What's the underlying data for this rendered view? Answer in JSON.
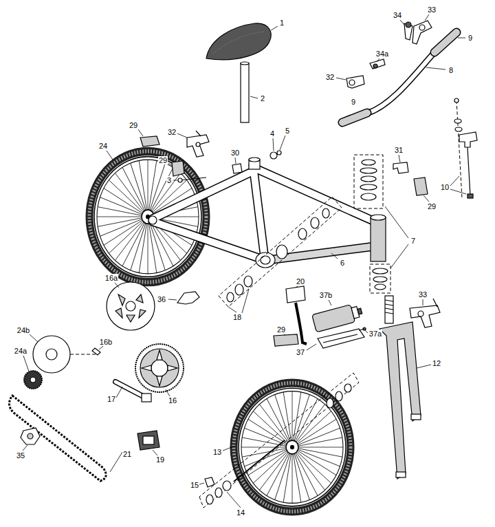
{
  "diagram": {
    "labels": [
      "1",
      "34",
      "33",
      "9",
      "8",
      "34a",
      "32",
      "2",
      "9",
      "29",
      "32",
      "4",
      "5",
      "24",
      "29",
      "30",
      "3",
      "31",
      "10",
      "29",
      "7",
      "6",
      "16a",
      "36",
      "18",
      "20",
      "37b",
      "33",
      "24b",
      "16b",
      "24a",
      "37a",
      "37",
      "29",
      "12",
      "17",
      "16",
      "13",
      "35",
      "21",
      "19",
      "15",
      "14"
    ]
  }
}
